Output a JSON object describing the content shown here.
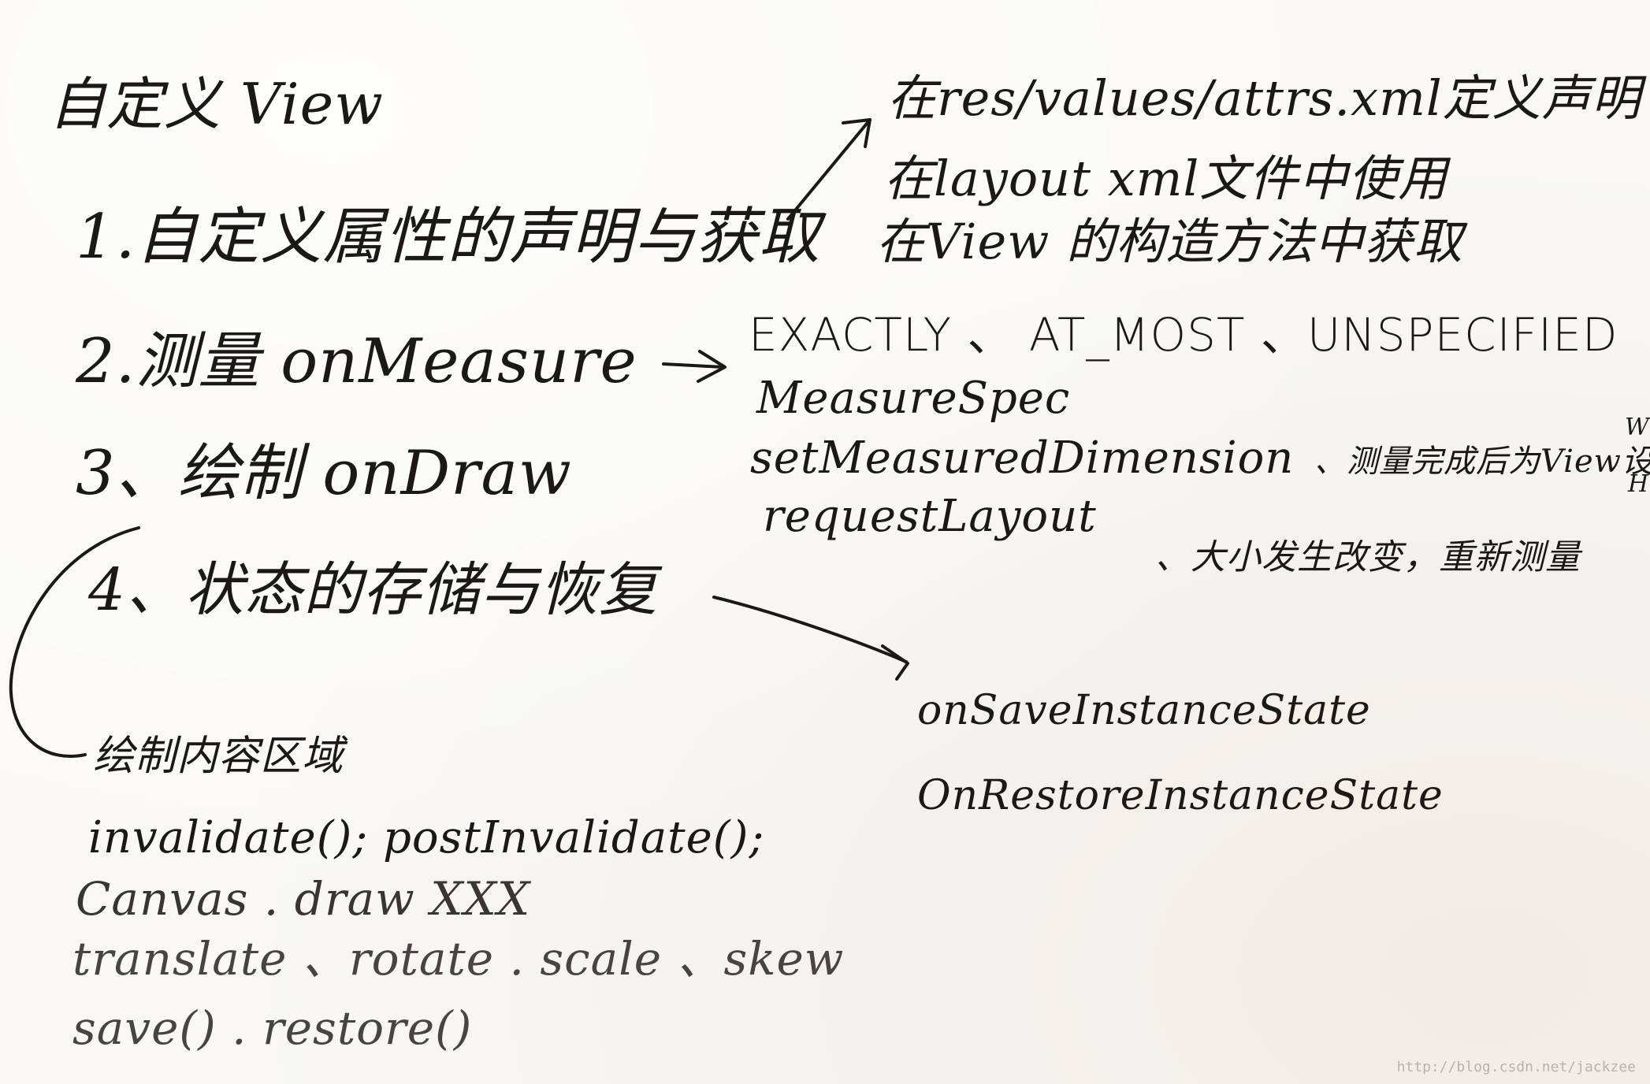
{
  "note": {
    "title": "自定义 View",
    "sections": [
      {
        "label": "1.自定义属性的声明与获取"
      },
      {
        "label": "2.测量 onMeasure"
      },
      {
        "label": "3、绘制 onDraw"
      },
      {
        "label": "4、状态的存储与恢复"
      }
    ],
    "attrs_details": [
      "在res/values/attrs.xml定义声明",
      "在layout xml文件中使用",
      "在View 的构造方法中获取"
    ],
    "measure_details": {
      "modes": "EXACTLY 、 AT_MOST 、UNSPECIFIED",
      "spec": "MeasureSpec",
      "set_dimension": "setMeasuredDimension",
      "set_dimension_note": "、测量完成后为View设",
      "set_dimension_w": "W",
      "set_dimension_h": "H",
      "request_layout": "requestLayout",
      "request_layout_note": "、大小发生改变，重新测量"
    },
    "state_details": [
      "onSaveInstanceState",
      "OnRestoreInstanceState"
    ],
    "draw_details": [
      "绘制内容区域",
      "invalidate(); postInvalidate();",
      "Canvas . draw XXX",
      "translate 、rotate . scale 、skew",
      "save() . restore()"
    ],
    "watermark": "http://blog.csdn.net/jackzee"
  },
  "colors": {
    "paper": "#f9f8f4",
    "ink": "#1b1816",
    "watermark": "#b8b3ad"
  }
}
